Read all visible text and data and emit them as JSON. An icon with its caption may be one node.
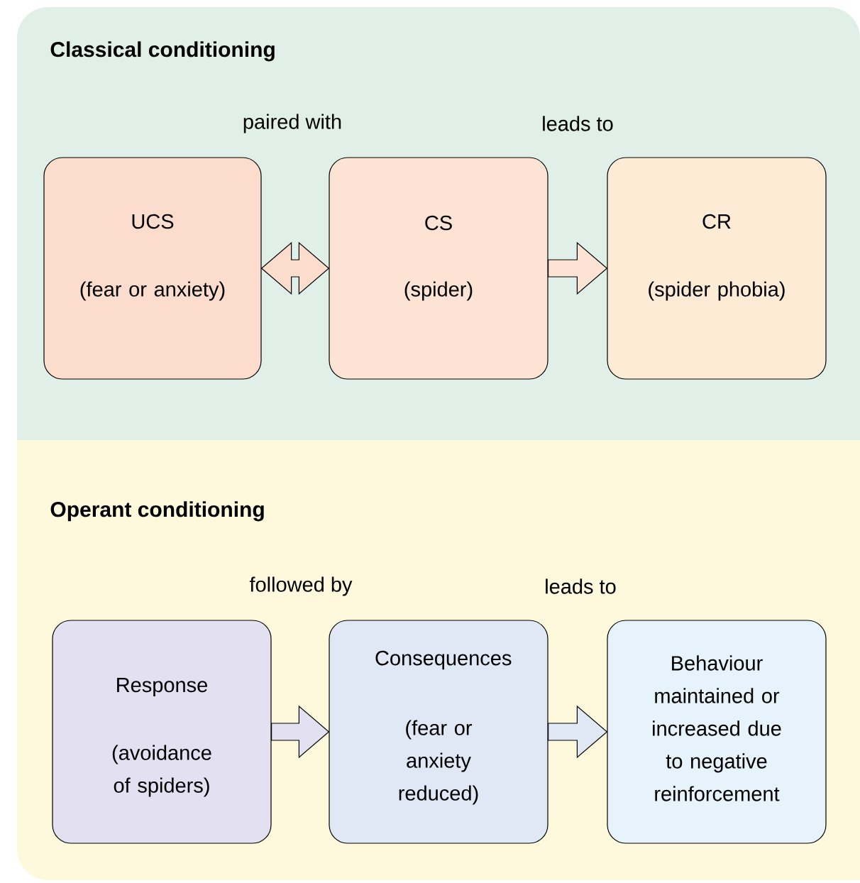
{
  "diagram": {
    "nodes": [
      {
        "text": [
          "Classical conditioning"
        ]
      },
      {
        "text": [
          "UCS",
          "(fear or anxiety)"
        ],
        "in": 0
      },
      {
        "text": [
          "CS",
          "(spider)"
        ],
        "in": 0
      },
      {
        "text": [
          "CR",
          "(spider phobia)"
        ],
        "in": 0
      },
      {
        "text": [
          "Operant conditioning"
        ]
      },
      {
        "text": [
          "Response",
          "(avoidance of spiders)"
        ],
        "in": 4
      },
      {
        "text": [
          "Consequences",
          "(fear or anxiety reduced)"
        ],
        "in": 4
      },
      {
        "text": [
          "Behaviour maintained or increased due to negative reinforcement"
        ],
        "in": 4
      }
    ],
    "edges": [
      {
        "from": 1,
        "to": 2,
        "arrow": "both"
      },
      {
        "from": 2,
        "to": 3,
        "arrow": "to"
      },
      {
        "from": 5,
        "to": 6,
        "arrow": "to"
      },
      {
        "from": 6,
        "to": 7,
        "arrow": "to"
      }
    ],
    "labels": [
      "paired with",
      "leads to",
      "followed by",
      "leads to"
    ]
  }
}
